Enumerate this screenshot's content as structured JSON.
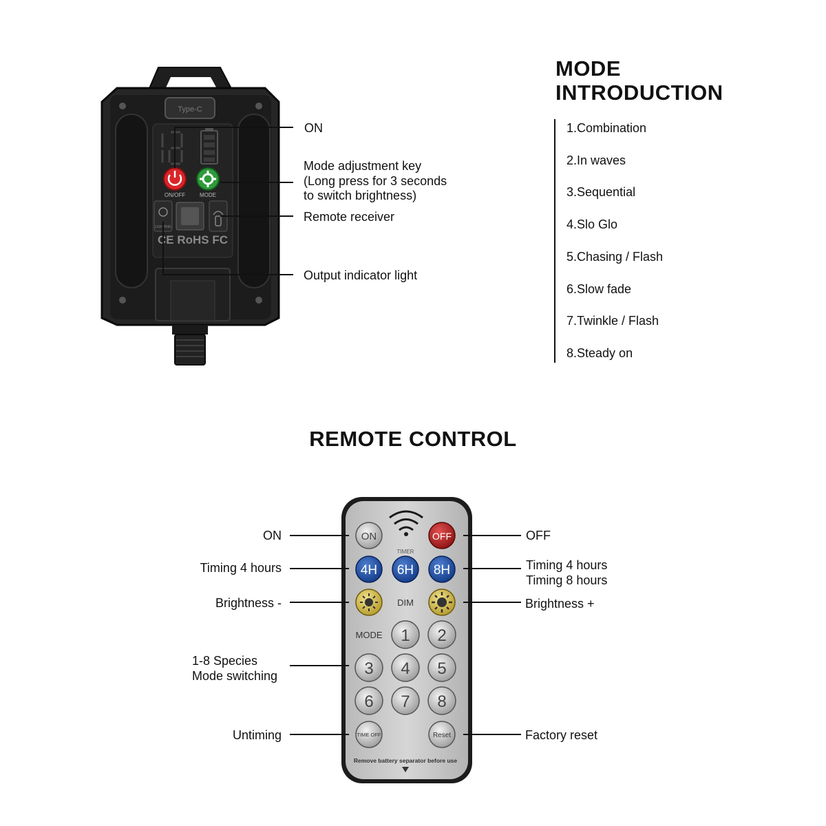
{
  "controller": {
    "type_c_label": "Type-C",
    "on_off_label": "ON/OFF",
    "mode_label": "MODE",
    "lighting_label": "LIGHTING",
    "cert_marks": "CE RoHS FC",
    "callouts": {
      "on": "ON",
      "mode_key_line1": "Mode adjustment key",
      "mode_key_line2": "(Long press for 3 seconds",
      "mode_key_line3": "to switch brightness)",
      "remote_receiver": "Remote receiver",
      "output_indicator": "Output indicator light"
    }
  },
  "mode_introduction": {
    "title_line1": "MODE",
    "title_line2": "INTRODUCTION",
    "items": [
      "1.Combination",
      "2.In waves",
      "3.Sequential",
      "4.Slo Glo",
      "5.Chasing / Flash",
      "6.Slow fade",
      "7.Twinkle / Flash",
      "8.Steady on"
    ]
  },
  "remote_control": {
    "title": "REMOTE CONTROL",
    "buttons": {
      "on": "ON",
      "off": "OFF",
      "timer_label": "TIMER",
      "t4": "4H",
      "t6": "6H",
      "t8": "8H",
      "dim_label": "DIM",
      "mode_label": "MODE",
      "n1": "1",
      "n2": "2",
      "n3": "3",
      "n4": "4",
      "n5": "5",
      "n6": "6",
      "n7": "7",
      "n8": "8",
      "time_off": "TIME OFF",
      "reset": "Reset"
    },
    "footer_note": "Remove battery separator before use",
    "callouts": {
      "on": "ON",
      "off": "OFF",
      "timing_left": "Timing 4 hours",
      "timing_right_1": "Timing 4 hours",
      "timing_right_2": "Timing 8 hours",
      "brightness_minus": "Brightness -",
      "brightness_plus": "Brightness +",
      "species_1": "1-8 Species",
      "species_2": "Mode switching",
      "untiming": "Untiming",
      "factory_reset": "Factory reset"
    }
  }
}
